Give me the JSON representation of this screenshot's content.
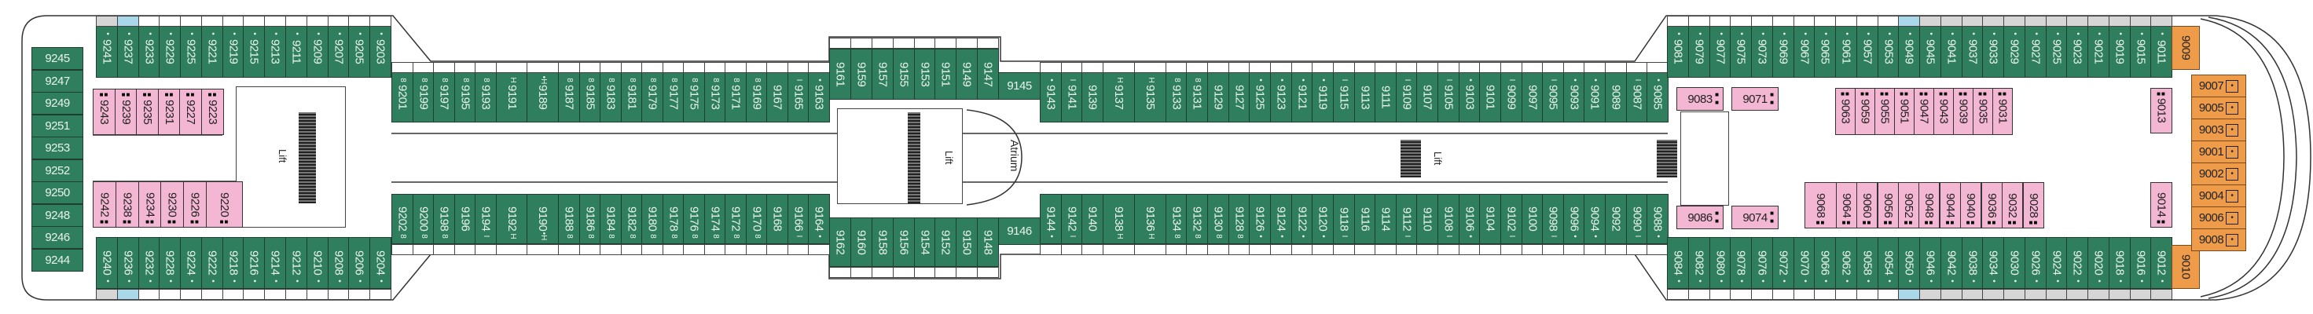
{
  "labels": {
    "lift": "Lift",
    "atrium": "Atrium"
  },
  "colors": {
    "standard": "#2f7e5e",
    "inside": "#f3b7d3",
    "suite": "#ef9c4a",
    "balcony_blue": "#a9d8ea",
    "balcony_gray": "#d6d6d6"
  },
  "decks": {
    "left_column": [
      "9245",
      "9247",
      "9249",
      "9251",
      "9253",
      "9252",
      "9250",
      "9248",
      "9246",
      "9244"
    ],
    "left_top": [
      [
        "9241",
        "•"
      ],
      [
        "9237",
        "•"
      ],
      [
        "9233",
        "•"
      ],
      [
        "9229",
        "•"
      ],
      [
        "9225",
        "•"
      ],
      [
        "9221",
        "•"
      ],
      [
        "9219",
        "•"
      ],
      [
        "9215",
        "•"
      ],
      [
        "9213",
        "•"
      ],
      [
        "9211",
        "•"
      ],
      [
        "9209",
        "•"
      ],
      [
        "9207",
        "•"
      ],
      [
        "9205",
        "•"
      ],
      [
        "9203",
        "•"
      ]
    ],
    "left_bottom": [
      [
        "9240",
        "•"
      ],
      [
        "9236",
        "•"
      ],
      [
        "9232",
        "•"
      ],
      [
        "9228",
        "•"
      ],
      [
        "9224",
        "•"
      ],
      [
        "9222",
        "•"
      ],
      [
        "9218",
        "•"
      ],
      [
        "9216",
        "•"
      ],
      [
        "9214",
        "•"
      ],
      [
        "9212",
        "•"
      ],
      [
        "9210",
        "•"
      ],
      [
        "9208",
        "•"
      ],
      [
        "9206",
        "•"
      ],
      [
        "9204",
        "•"
      ]
    ],
    "left_inner_top": [
      "9243",
      "9239",
      "9235",
      "9231",
      "9227",
      "9223"
    ],
    "left_inner_bottom": [
      "9242",
      "9238",
      "9234",
      "9230",
      "9226",
      "9220"
    ],
    "mid_top": [
      [
        "9201",
        "8"
      ],
      [
        "9199",
        "8"
      ],
      [
        "9197",
        "8"
      ],
      [
        "9195",
        "8"
      ],
      [
        "9193",
        "8"
      ],
      [
        "9191",
        "H"
      ],
      [
        "9189",
        "•H"
      ],
      [
        "9187",
        "8"
      ],
      [
        "9185",
        "8"
      ],
      [
        "9183",
        "8"
      ],
      [
        "9181",
        "8"
      ],
      [
        "9179",
        "8"
      ],
      [
        "9177",
        "8"
      ],
      [
        "9175",
        "8"
      ],
      [
        "9173",
        "8"
      ],
      [
        "9171",
        "8"
      ],
      [
        "9169",
        "8"
      ],
      [
        "9167",
        ""
      ],
      [
        "9165",
        "I"
      ],
      [
        "9163",
        "•"
      ]
    ],
    "mid_bottom": [
      [
        "9202",
        "8"
      ],
      [
        "9200",
        "8"
      ],
      [
        "9198",
        "8"
      ],
      [
        "9196",
        ""
      ],
      [
        "9194",
        "I"
      ],
      [
        "9192",
        "H"
      ],
      [
        "9190",
        "•H"
      ],
      [
        "9188",
        "8"
      ],
      [
        "9186",
        "8"
      ],
      [
        "9184",
        "8"
      ],
      [
        "9182",
        "8"
      ],
      [
        "9180",
        "8"
      ],
      [
        "9178",
        "8"
      ],
      [
        "9176",
        "8"
      ],
      [
        "9174",
        "8"
      ],
      [
        "9172",
        "8"
      ],
      [
        "9170",
        "8"
      ],
      [
        "9168",
        ""
      ],
      [
        "9166",
        "I"
      ],
      [
        "9164",
        "•"
      ]
    ],
    "center_top": [
      "9161",
      "9159",
      "9157",
      "9155",
      "9153",
      "9151",
      "9149",
      "9147"
    ],
    "center_top_end": "9145",
    "center_bottom": [
      "9162",
      "9160",
      "9158",
      "9156",
      "9154",
      "9152",
      "9150",
      "9148"
    ],
    "center_bottom_end": "9146",
    "east_top": [
      [
        "9143",
        "•"
      ],
      [
        "9141",
        "I"
      ],
      [
        "9139",
        ""
      ],
      [
        "9137",
        "H"
      ],
      [
        "9135",
        "H"
      ],
      [
        "9133",
        "8"
      ],
      [
        "9131",
        "8"
      ],
      [
        "9129",
        ""
      ],
      [
        "9127",
        ""
      ],
      [
        "9125",
        "•"
      ],
      [
        "9123",
        "•"
      ],
      [
        "9121",
        "•"
      ],
      [
        "9119",
        "•"
      ],
      [
        "9115",
        "I"
      ],
      [
        "9113",
        ""
      ],
      [
        "9111",
        ""
      ],
      [
        "9109",
        "I"
      ],
      [
        "9107",
        ""
      ],
      [
        "9105",
        "I"
      ],
      [
        "9103",
        "•"
      ],
      [
        "9101",
        ""
      ],
      [
        "9099",
        "I"
      ],
      [
        "9097",
        ""
      ],
      [
        "9095",
        "I"
      ],
      [
        "9093",
        "•"
      ],
      [
        "9091",
        "•"
      ],
      [
        "9089",
        ""
      ],
      [
        "9087",
        "I"
      ],
      [
        "9085",
        "•"
      ]
    ],
    "east_bottom": [
      [
        "9144",
        "•"
      ],
      [
        "9142",
        "I"
      ],
      [
        "9140",
        ""
      ],
      [
        "9138",
        "H"
      ],
      [
        "9136",
        "H"
      ],
      [
        "9134",
        "8"
      ],
      [
        "9132",
        "8"
      ],
      [
        "9130",
        "8"
      ],
      [
        "9128",
        "8"
      ],
      [
        "9126",
        "•"
      ],
      [
        "9124",
        "•"
      ],
      [
        "9122",
        "•"
      ],
      [
        "9120",
        "•"
      ],
      [
        "9118",
        "I"
      ],
      [
        "9116",
        ""
      ],
      [
        "9114",
        ""
      ],
      [
        "9112",
        "I"
      ],
      [
        "9110",
        ""
      ],
      [
        "9108",
        "I"
      ],
      [
        "9106",
        "•"
      ],
      [
        "9104",
        ""
      ],
      [
        "9102",
        "I"
      ],
      [
        "9100",
        ""
      ],
      [
        "9098",
        "I"
      ],
      [
        "9096",
        "•"
      ],
      [
        "9094",
        "•"
      ],
      [
        "9092",
        ""
      ],
      [
        "9090",
        "I"
      ],
      [
        "9088",
        "•"
      ]
    ],
    "right_top": [
      [
        "9081",
        "•"
      ],
      [
        "9079",
        "•"
      ],
      [
        "9077",
        "•"
      ],
      [
        "9075",
        "•"
      ],
      [
        "9073",
        "•"
      ],
      [
        "9069",
        "•"
      ],
      [
        "9067",
        "•"
      ],
      [
        "9065",
        "•"
      ],
      [
        "9061",
        "•"
      ],
      [
        "9057",
        "•"
      ],
      [
        "9053",
        "•"
      ],
      [
        "9049",
        "•"
      ],
      [
        "9045",
        "•"
      ],
      [
        "9041",
        "•"
      ],
      [
        "9037",
        "•"
      ],
      [
        "9033",
        "•"
      ],
      [
        "9029",
        "•"
      ],
      [
        "9027",
        "•"
      ],
      [
        "9025",
        "•"
      ],
      [
        "9023",
        "•"
      ],
      [
        "9021",
        "•"
      ],
      [
        "9019",
        "•"
      ],
      [
        "9015",
        "•"
      ],
      [
        "9011",
        "•"
      ]
    ],
    "right_bottom": [
      [
        "9084",
        "•"
      ],
      [
        "9082",
        "•"
      ],
      [
        "9080",
        "•"
      ],
      [
        "9078",
        "•"
      ],
      [
        "9076",
        "•"
      ],
      [
        "9072",
        "•"
      ],
      [
        "9070",
        "•"
      ],
      [
        "9066",
        "•"
      ],
      [
        "9062",
        "•"
      ],
      [
        "9058",
        "•"
      ],
      [
        "9054",
        "•"
      ],
      [
        "9050",
        "•"
      ],
      [
        "9046",
        "•"
      ],
      [
        "9042",
        "•"
      ],
      [
        "9038",
        "•"
      ],
      [
        "9034",
        "•"
      ],
      [
        "9030",
        "•"
      ],
      [
        "9026",
        "•"
      ],
      [
        "9024",
        "•"
      ],
      [
        "9022",
        "•"
      ],
      [
        "9020",
        "•"
      ],
      [
        "9018",
        "•"
      ],
      [
        "9016",
        "•"
      ],
      [
        "9012",
        "•"
      ]
    ],
    "right_singles": [
      "9083",
      "9071",
      "9086",
      "9074"
    ],
    "right_inner_top": [
      "9063",
      "9059",
      "9055",
      "9051",
      "9047",
      "9043",
      "9039",
      "9035",
      "9031"
    ],
    "right_inner_bottom": [
      "9068",
      "9064",
      "9060",
      "9056",
      "9052",
      "9048",
      "9044",
      "9040",
      "9036",
      "9032",
      "9028"
    ],
    "aft_inside": [
      "9013",
      "9014"
    ],
    "suite_corners": [
      "9009",
      "9010"
    ],
    "suite_stack": [
      "9007",
      "9005",
      "9003",
      "9001",
      "9002",
      "9004",
      "9006",
      "9008"
    ]
  }
}
